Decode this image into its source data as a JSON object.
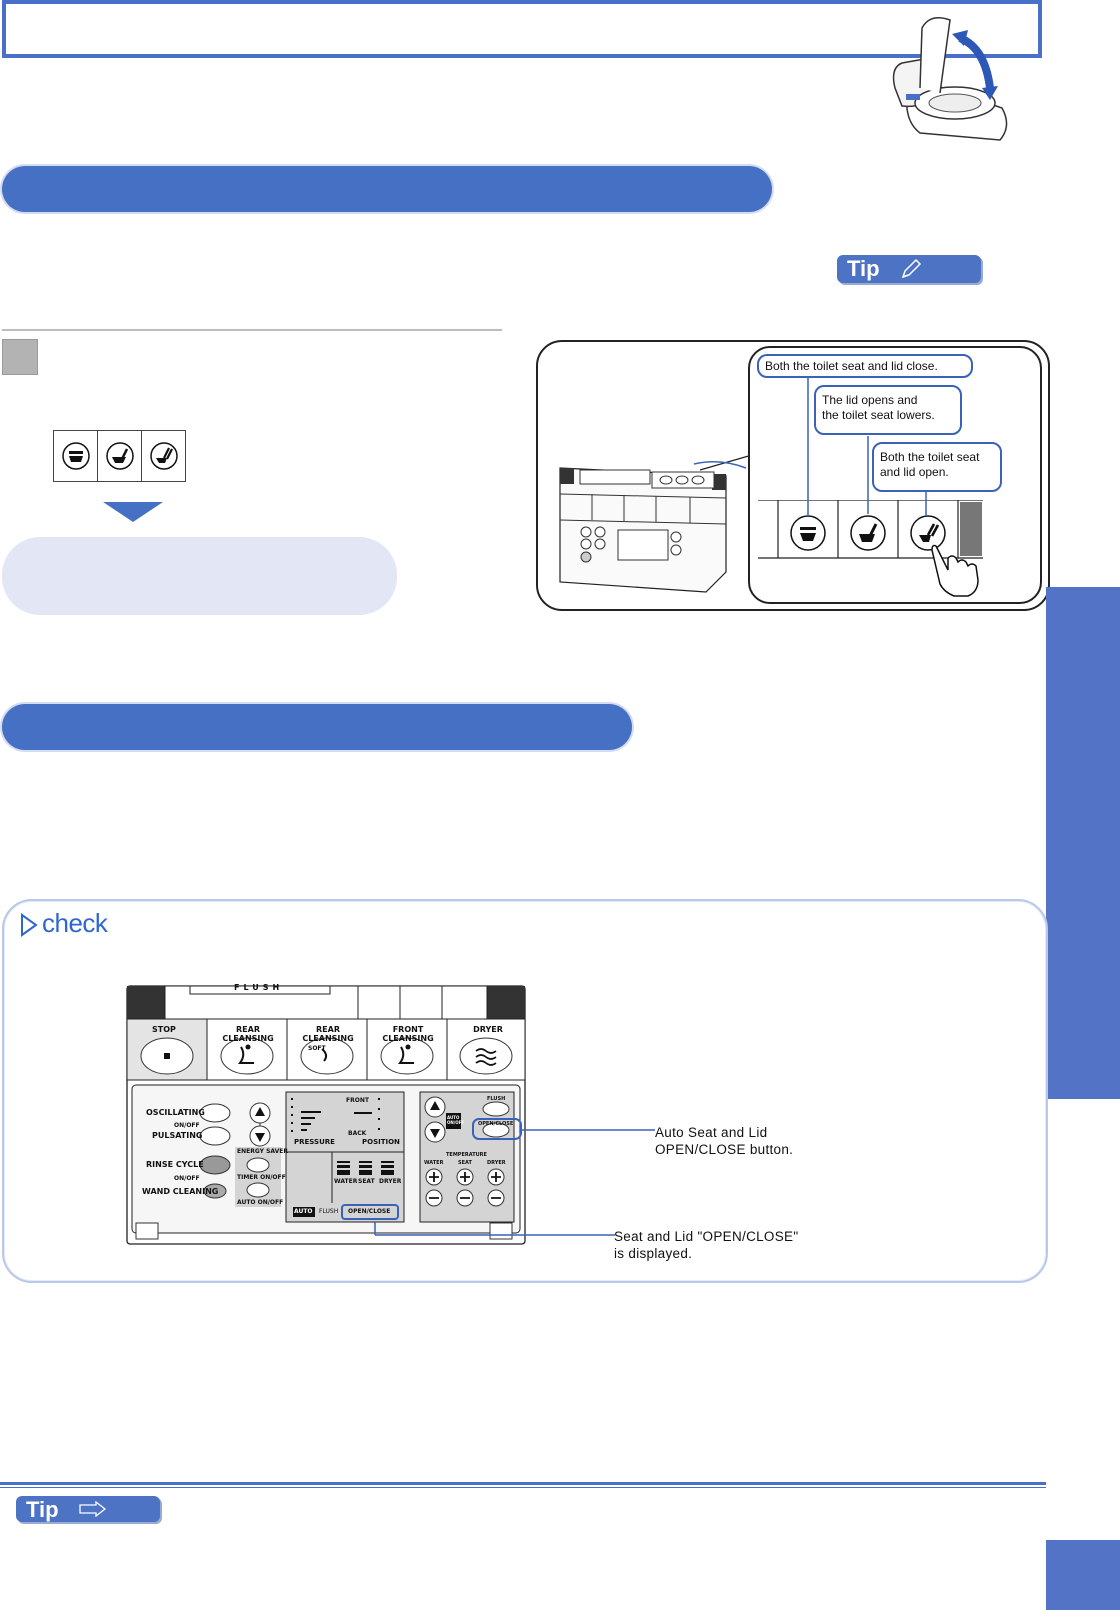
{
  "tips": {
    "top_label": "Tip",
    "bottom_label": "Tip"
  },
  "callouts": {
    "close_both": "Both the toilet seat and lid close.",
    "lid_open_line1": "The lid opens and",
    "lid_open_line2": "the toilet seat lowers.",
    "both_open_line1": "Both the toilet seat",
    "both_open_line2": "and lid open."
  },
  "check": {
    "label": "check"
  },
  "remote": {
    "flush_label": "FLUSH",
    "buttons": [
      "STOP",
      "REAR CLEANSING",
      "REAR CLEANSING",
      "FRONT CLEANSING",
      "DRYER"
    ],
    "soft_label": "SOFT",
    "oscillating": "OSCILLATING",
    "onoff_1": "ON/OFF",
    "pulsating": "PULSATING",
    "rinse_cycle": "RINSE CYCLE",
    "onoff_2": "ON/OFF",
    "wand_cleaning": "WAND CLEANING",
    "energy_saver": "ENERGY SAVER",
    "timer_onoff": "TIMER ON/OFF",
    "auto_onoff": "AUTO ON/OFF",
    "front": "FRONT",
    "back": "BACK",
    "pressure": "PRESSURE",
    "position": "POSITION",
    "water": "WATER",
    "seat": "SEAT",
    "dryer": "DRYER",
    "auto_display": "AUTO",
    "flush_display": "FLUSH",
    "open_close_display": "OPEN/CLOSE",
    "flush_small": "FLUSH",
    "auto_onoff_small": "AUTO ON/OFF",
    "open_close_button": "OPEN/CLOSE",
    "temperature": "TEMPERATURE",
    "temp_water": "WATER",
    "temp_seat": "SEAT",
    "temp_dryer": "DRYER"
  },
  "annotations": {
    "auto_line1": "Auto Seat and Lid",
    "auto_line2": "OPEN/CLOSE button.",
    "display_line1": "Seat and Lid \"OPEN/CLOSE\"",
    "display_line2": "is displayed."
  },
  "colors": {
    "accent": "#4670c4",
    "side_tab": "#5273c6",
    "light_pill": "#e2e6f5"
  },
  "icons": [
    "toilet-closed-icon",
    "toilet-lid-open-icon",
    "toilet-seat-lid-open-icon",
    "pencil-icon",
    "arrow-right-icon",
    "pointing-hand-icon",
    "toilet-illustration"
  ]
}
